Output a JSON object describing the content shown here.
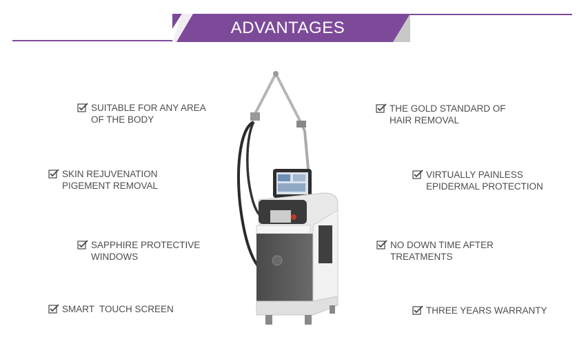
{
  "header": {
    "title": "ADVANTAGES",
    "accent_color": "#7d4a9a"
  },
  "features_left": [
    {
      "label": "SUITABLE FOR ANY AREA\nOF THE BODY",
      "icon": "checkbox-icon"
    },
    {
      "label": "SKIN REJUVENATION\nPIGEMENT REMOVAL",
      "icon": "checkbox-icon"
    },
    {
      "label": "SAPPHIRE PROTECTIVE\nWINDOWS",
      "icon": "checkbox-icon"
    },
    {
      "label": "SMART  TOUCH SCREEN",
      "icon": "checkbox-icon"
    }
  ],
  "features_right": [
    {
      "label": "THE GOLD STANDARD OF\nHAIR REMOVAL",
      "icon": "checkbox-icon"
    },
    {
      "label": "VIRTUALLY PAINLESS\nEPIDERMAL PROTECTION",
      "icon": "checkbox-icon"
    },
    {
      "label": "NO DOWN TIME AFTER\nTREATMENTS",
      "icon": "checkbox-icon"
    },
    {
      "label": "THREE YEARS WARRANTY",
      "icon": "checkbox-icon"
    }
  ],
  "product": {
    "image": "laser-machine-image"
  }
}
